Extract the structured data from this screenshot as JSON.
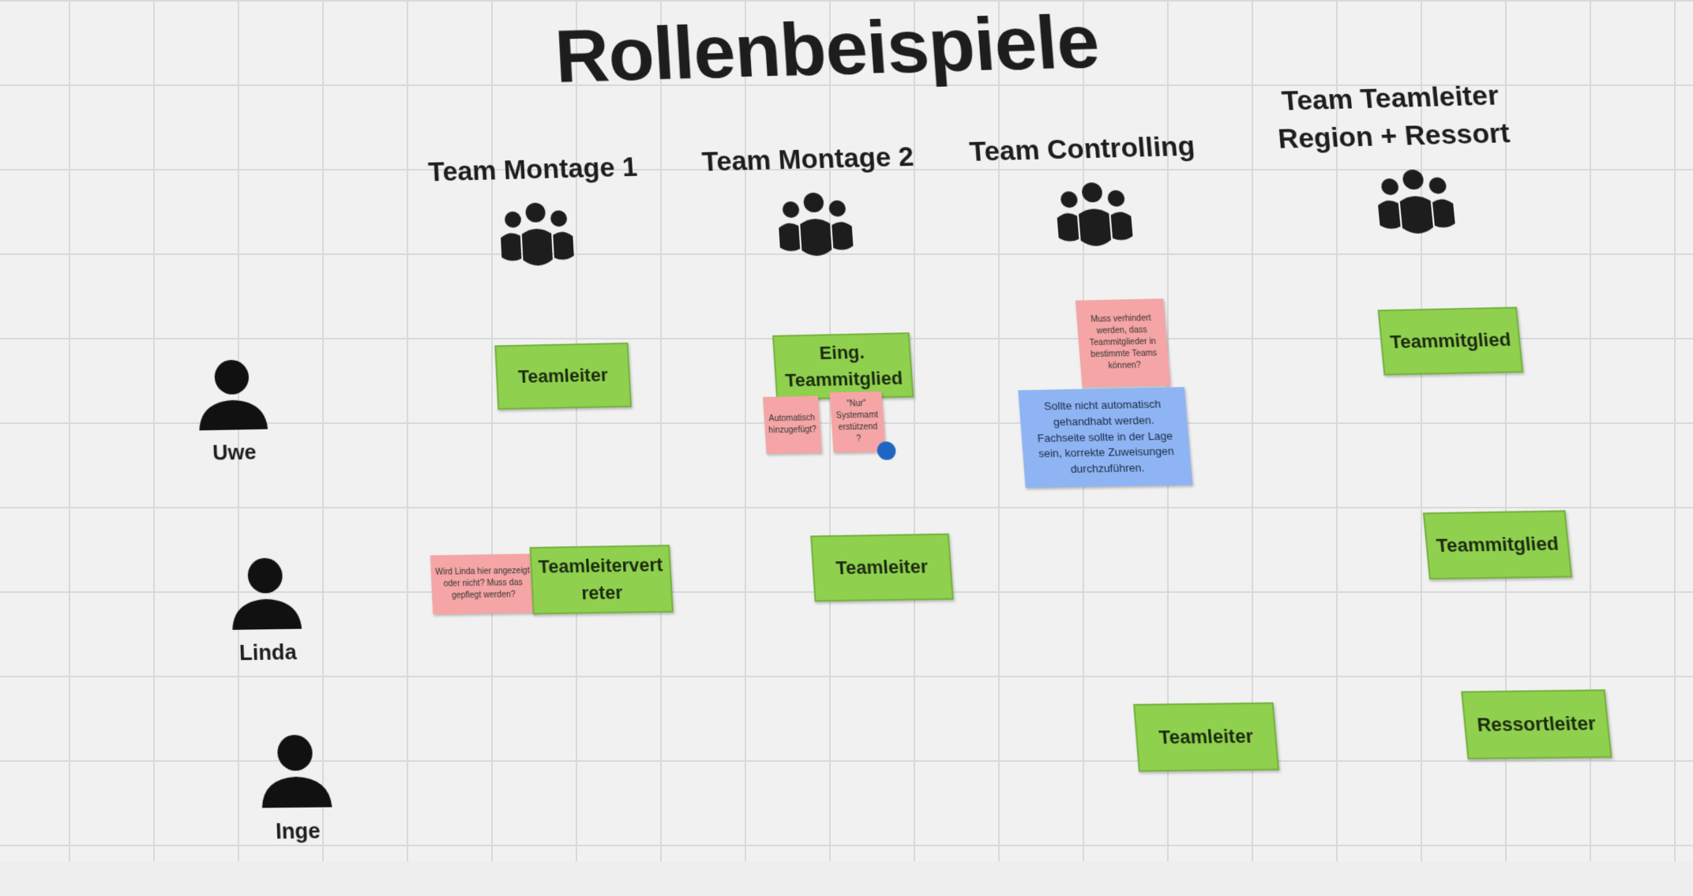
{
  "board": {
    "title": "Rollenbeispiele",
    "grid_color": "#d9d9d9",
    "background_color": "#f1f1f1"
  },
  "teams": [
    {
      "label": "Team Montage 1",
      "icon": "team-group-icon"
    },
    {
      "label": "Team Montage 2",
      "icon": "team-group-icon"
    },
    {
      "label": "Team Controlling",
      "icon": "team-group-icon"
    },
    {
      "label": "Team Teamleiter\nRegion + Ressort",
      "icon": "team-group-icon"
    }
  ],
  "people": [
    {
      "name": "Uwe",
      "icon": "person-icon"
    },
    {
      "name": "Linda",
      "icon": "person-icon"
    },
    {
      "name": "Inge",
      "icon": "person-icon"
    }
  ],
  "roles": {
    "uwe_montage1": "Teamleiter",
    "uwe_montage2": "Eing. Teammitglied",
    "uwe_region": "Teammitglied",
    "linda_montage1": "Teamleitervert reter",
    "linda_montage2": "Teamleiter",
    "linda_region": "Teammitglied",
    "inge_controlling": "Teamleiter",
    "inge_region": "Ressortleiter"
  },
  "comments": {
    "automatisch": "Automatisch hinzugefügt?",
    "nur_systemamt": "\"Nur\" Systemamt erstützend ?",
    "muss_verhindert": "Muss verhindert werden, dass Teammitglieder in bestimmte Teams können?",
    "sollte_nicht": "Sollte nicht automatisch gehandhabt werden. Fachseite sollte in der Lage sein, korrekte Zuweisungen durchzuführen.",
    "wird_linda": "Wird Linda hier angezeigt oder nicht? Muss das gepflegt werden?"
  },
  "colors": {
    "role_sticky": "#8fd14f",
    "question_sticky": "#f5a5a5",
    "answer_sticky": "#8fb4f3",
    "cursor_dot": "#1f66c2"
  }
}
